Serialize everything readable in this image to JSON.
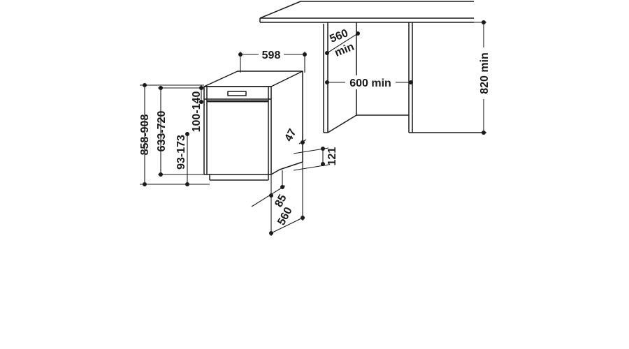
{
  "diagram": {
    "labels": {
      "width_598": "598",
      "depth_560_min_line1": "560",
      "depth_560_min_line2": "min",
      "width_600_min": "600 min",
      "height_820_min": "820 min",
      "height_858_908": "858-908",
      "height_633_720": "633-720",
      "plinth_93_173": "93-173",
      "top_gap_100_140": "100-140",
      "dim_47": "47",
      "dim_121": "121",
      "dim_85": "85",
      "depth_560": "560"
    },
    "colors": {
      "line": "#1a1a1a",
      "background": "#ffffff"
    }
  }
}
